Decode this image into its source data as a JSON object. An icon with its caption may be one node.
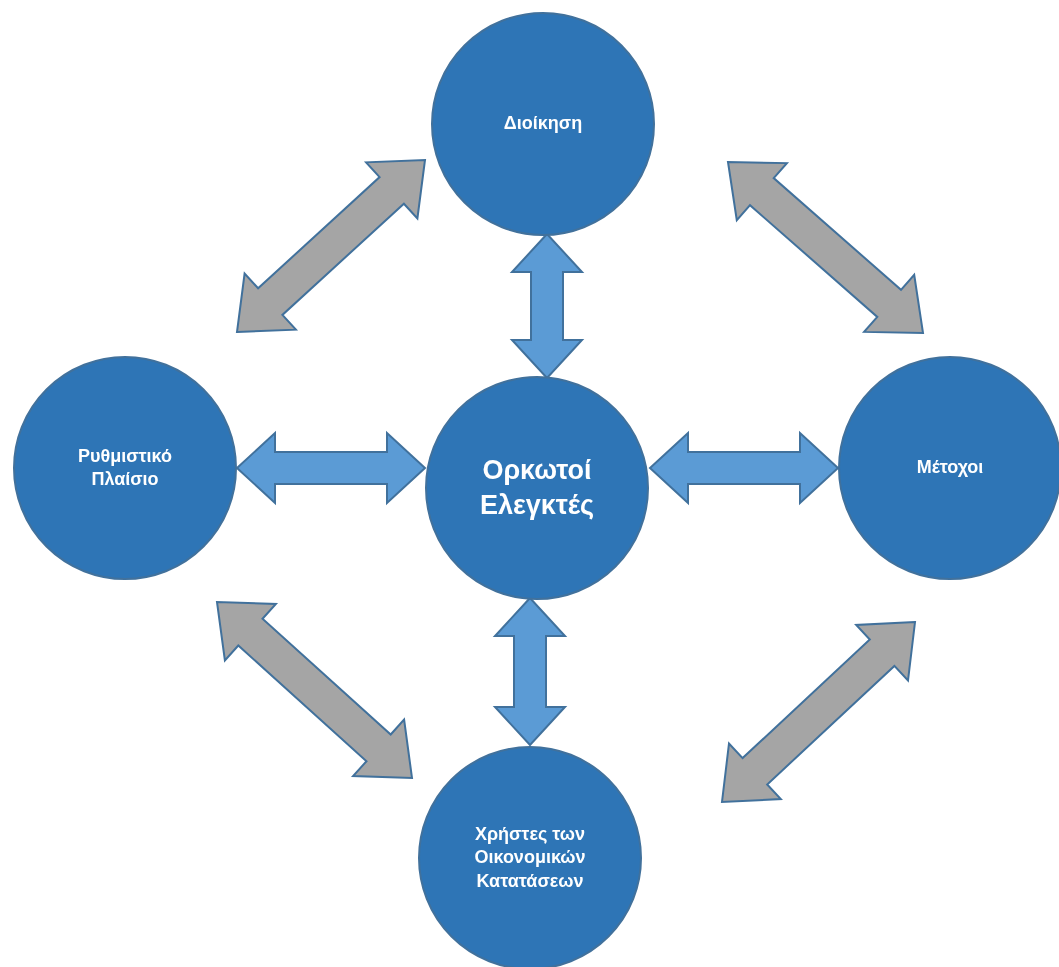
{
  "diagram": {
    "nodes": [
      {
        "text": [
          "Διοίκηση"
        ]
      },
      {
        "text": [
          "Ρυθμιστικό Πλαίσιο"
        ]
      },
      {
        "text": [
          "Ορκωτοί Ελεγκτές"
        ]
      },
      {
        "text": [
          "Μέτοχοι"
        ]
      },
      {
        "text": [
          "Χρήστες των Οικονομικών Κατατάσεων"
        ]
      }
    ],
    "edges": [
      {
        "from": 1,
        "to": 0,
        "arrow": "both",
        "color": "#a5a5a5"
      },
      {
        "from": 0,
        "to": 3,
        "arrow": "both",
        "color": "#a5a5a5"
      },
      {
        "from": 0,
        "to": 2,
        "arrow": "both"
      },
      {
        "from": 1,
        "to": 2,
        "arrow": "both"
      },
      {
        "from": 2,
        "to": 3,
        "arrow": "both"
      },
      {
        "from": 2,
        "to": 4,
        "arrow": "both"
      },
      {
        "from": 1,
        "to": 4,
        "arrow": "both",
        "color": "#a5a5a5"
      },
      {
        "from": 3,
        "to": 4,
        "arrow": "both",
        "color": "#a5a5a5"
      }
    ]
  }
}
